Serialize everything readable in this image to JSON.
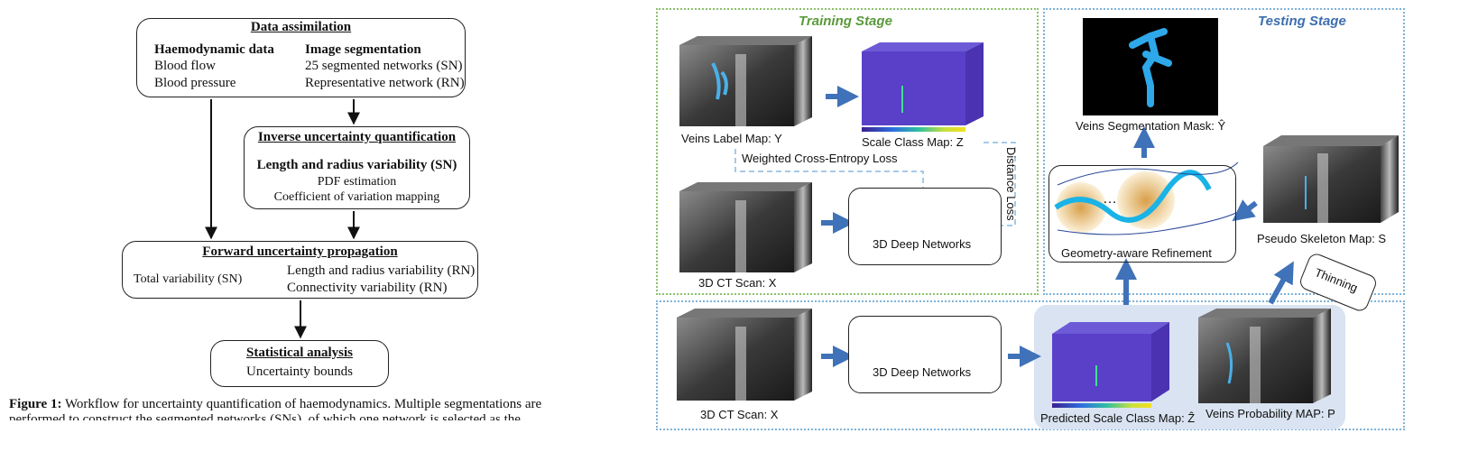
{
  "left_flowchart": {
    "data_assimilation": {
      "title": "Data assimilation",
      "col1_head": "Haemodynamic data",
      "col1_items": [
        "Blood flow",
        "Blood pressure"
      ],
      "col2_head": "Image segmentation",
      "col2_items": [
        "25 segmented networks (SN)",
        "Representative network (RN)"
      ]
    },
    "inverse_uq": {
      "title": "Inverse uncertainty quantification",
      "subhead": "Length and radius variability (SN)",
      "items": [
        "PDF estimation",
        "Coefficient of variation mapping"
      ]
    },
    "forward_up": {
      "title": "Forward uncertainty propagation",
      "left": "Total variability  (SN)",
      "right": [
        "Length and radius variability (RN)",
        "Connectivity variability (RN)"
      ]
    },
    "statistical": {
      "title": "Statistical analysis",
      "item": "Uncertainty bounds"
    },
    "caption": {
      "label": "Figure 1:",
      "text": " Workflow for uncertainty quantification of haemodynamics. Multiple segmentations are",
      "line2": "performed to construct the segmented networks (SNs), of which one network is selected as the"
    }
  },
  "right_diagram": {
    "colors": {
      "training_border": "#8cc06b",
      "testing_border": "#7fb3d8",
      "stage_training": "#5a9a3a",
      "stage_testing": "#3d6fb0",
      "arrow": "#3f72b8",
      "net_block": "#e8945a",
      "highlight": "#d9e3f1"
    },
    "training_stage": "Training Stage",
    "testing_stage": "Testing Stage",
    "labels": {
      "veins_label_map": "Veins Label Map: Y",
      "scale_class_map": "Scale Class Map: Z",
      "weighted_loss": "Weighted Cross-Entropy Loss",
      "distance_loss": "Distance Loss",
      "ct_scan_train": "3D CT Scan: X",
      "deep_net_train": "3D Deep Networks",
      "veins_seg_mask": "Veins Segmentation Mask: Ŷ",
      "geometry_refine": "Geometry-aware Refinement",
      "pseudo_skeleton": "Pseudo Skeleton Map: S",
      "thinning": "Thinning",
      "ct_scan_test": "3D CT Scan: X",
      "deep_net_test": "3D Deep Networks",
      "predicted_scale": "Predicted Scale Class Map: Ẑ",
      "veins_prob": "Veins Probability MAP: P"
    }
  }
}
